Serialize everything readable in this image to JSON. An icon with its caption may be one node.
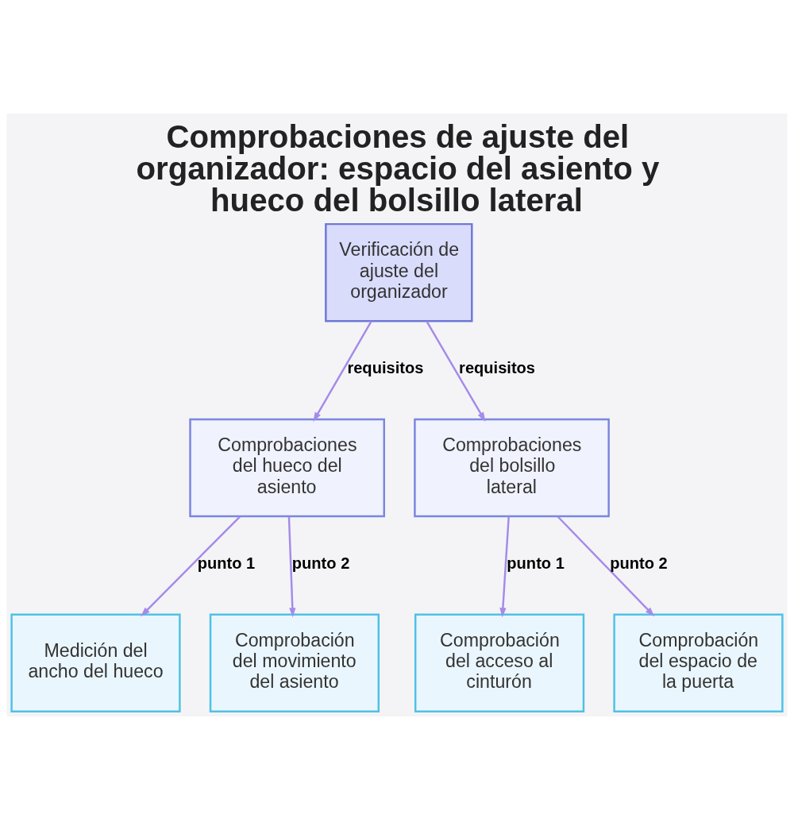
{
  "diagram": {
    "title": "Comprobaciones de ajuste del organizador: espacio del asiento y hueco del bolsillo lateral",
    "nodes": [
      {
        "text": [
          "Verificación de ajuste del organizador"
        ]
      },
      {
        "text": [
          "Comprobaciones del hueco del asiento"
        ]
      },
      {
        "text": [
          "Comprobaciones del bolsillo lateral"
        ]
      },
      {
        "text": [
          "Medición del ancho del hueco"
        ]
      },
      {
        "text": [
          "Comprobación del movimiento del asiento"
        ]
      },
      {
        "text": [
          "Comprobación del acceso al cinturón"
        ]
      },
      {
        "text": [
          "Comprobación del espacio de la puerta"
        ]
      }
    ],
    "edges": [
      {
        "from": 0,
        "to": 1,
        "arrow": "to",
        "label": "requisitos"
      },
      {
        "from": 0,
        "to": 2,
        "arrow": "to",
        "label": "requisitos"
      },
      {
        "from": 1,
        "to": 3,
        "arrow": "to",
        "label": "punto 1"
      },
      {
        "from": 1,
        "to": 4,
        "arrow": "to",
        "label": "punto 2"
      },
      {
        "from": 2,
        "to": 5,
        "arrow": "to",
        "label": "punto 1"
      },
      {
        "from": 2,
        "to": 6,
        "arrow": "to",
        "label": "punto 2"
      }
    ]
  }
}
